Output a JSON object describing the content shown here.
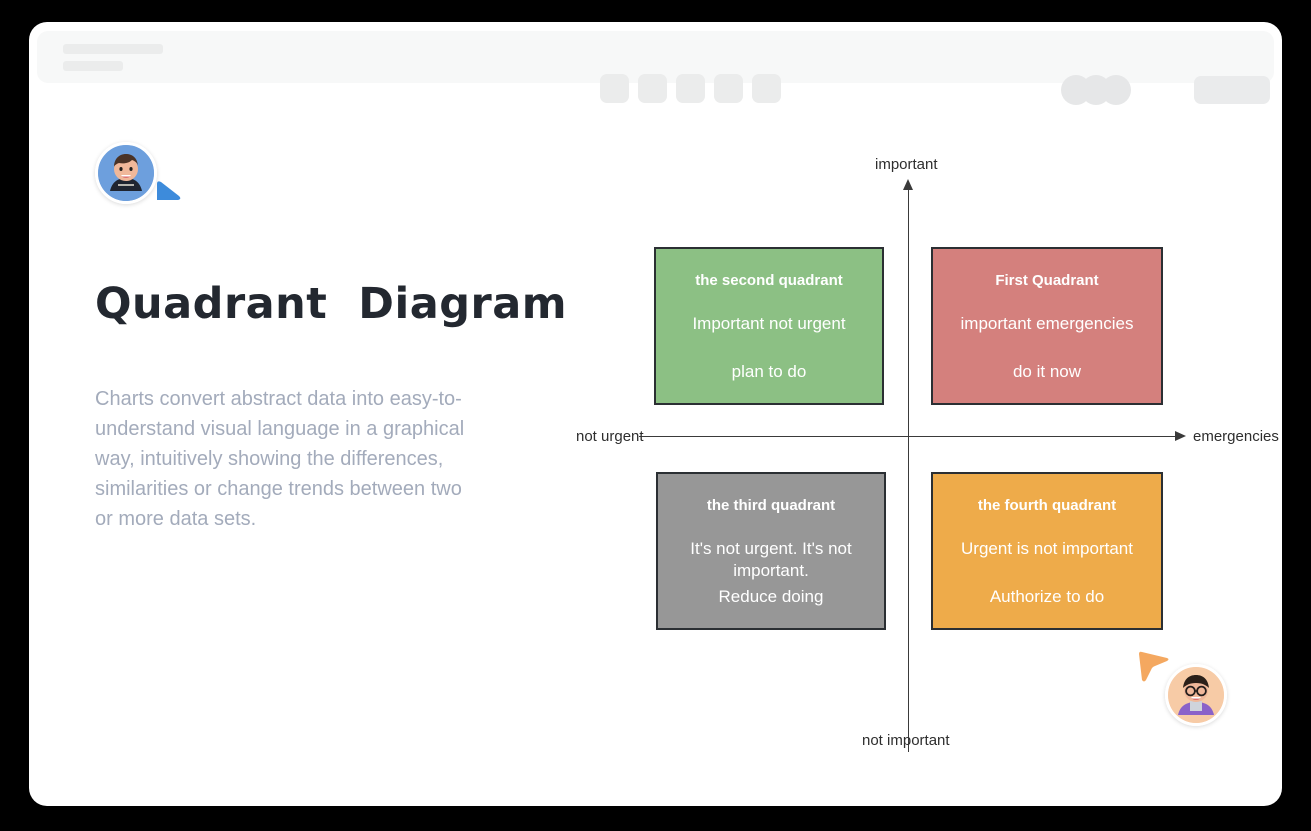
{
  "window": {
    "toolbar": {
      "placeholder_bars": [
        "",
        ""
      ],
      "center_tiles": [
        "",
        "",
        "",
        "",
        ""
      ],
      "avatar_stack_count": 3,
      "action_button_label": ""
    }
  },
  "left_panel": {
    "title": "Quadrant  Diagram",
    "description": "Charts convert abstract data into easy-to-understand visual language in a graphical way, intuitively showing the differences, similarities or change trends between two or more data sets."
  },
  "chart_data": {
    "type": "table",
    "title": "Quadrant  Diagram",
    "xlabel": "emergencies",
    "ylabel": "important",
    "axes": {
      "y_positive_label": "important",
      "y_negative_label": "not important",
      "x_negative_label": "not urgent",
      "x_positive_label": "emergencies"
    },
    "grid": false,
    "legend": "none",
    "quadrants": [
      {
        "id": "first",
        "position": "top-right",
        "title": "First Quadrant",
        "description": "important emergencies",
        "action": "do it now",
        "color": "#d4807d"
      },
      {
        "id": "second",
        "position": "top-left",
        "title": "the second quadrant",
        "description": "Important not urgent",
        "action": "plan to do",
        "color": "#8cc084"
      },
      {
        "id": "third",
        "position": "bottom-left",
        "title": "the third quadrant",
        "description": "It's not urgent. It's not important.",
        "action": "Reduce doing",
        "color": "#979797"
      },
      {
        "id": "fourth",
        "position": "bottom-right",
        "title": "the fourth quadrant",
        "description": "Urgent is not important",
        "action": "Authorize to do",
        "color": "#eeab4a"
      }
    ]
  },
  "collaborators": [
    {
      "id": "user-a",
      "cursor_color": "#3d8bdb"
    },
    {
      "id": "user-b",
      "cursor_color": "#f4a860"
    }
  ],
  "colors": {
    "page_background": "#000000",
    "card_background": "#ffffff",
    "toolbar_background": "#f7f8f8",
    "title_text": "#232830",
    "body_text": "#a3abbb",
    "axis": "#3a3a3a",
    "quadrant_border": "#2b2f33"
  }
}
